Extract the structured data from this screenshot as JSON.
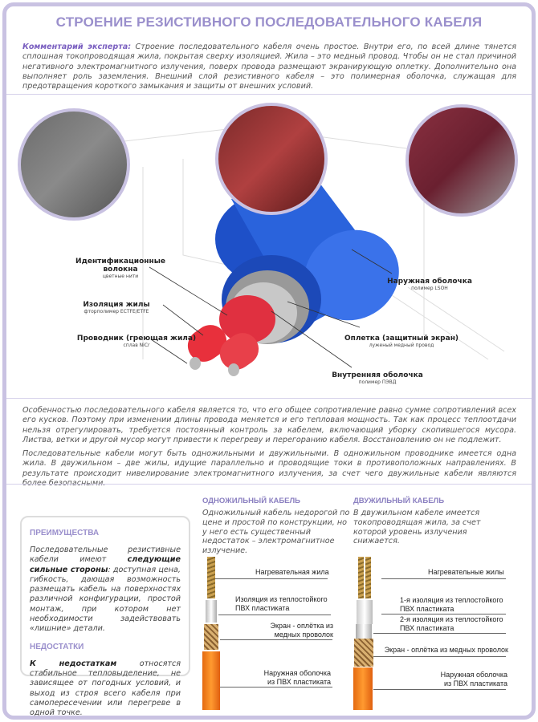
{
  "title": "СТРОЕНИЕ РЕЗИСТИВНОГО ПОСЛЕДОВАТЕЛЬНОГО КАБЕЛЯ",
  "intro": {
    "lead": "Комментарий эксперта:",
    "text": " Строение последовательного кабеля очень простое. Внутри его, по всей длине тянется сплошная токопроводящая жила, покрытая сверху изоляцией. Жила – это медный провод. Чтобы он не стал причиной негативного электромагнитного излучения, поверх провода размещают экранирующую оплетку. Дополнительно она выполняет роль заземления. Внешний слой резистивного кабеля – это полимерная оболочка, служащая для предотвращения короткого замыкания и защиты от внешних условий."
  },
  "diagram": {
    "labels": [
      {
        "title": "Идентификационные волокна",
        "sub": "цветные нити"
      },
      {
        "title": "Изоляция жилы",
        "sub": "фторполимер ECTFE/ETFE"
      },
      {
        "title": "Проводник (греющая жила)",
        "sub": "сплав NiCr"
      },
      {
        "title": "Наружная оболочка",
        "sub": "полимер LSOH"
      },
      {
        "title": "Оплетка (защитный экран)",
        "sub": "луженый медный провод"
      },
      {
        "title": "Внутренняя оболочка",
        "sub": "полимер ПЭВД"
      }
    ]
  },
  "body": {
    "p1": "Особенностью последовательного кабеля является то, что его общее сопротивление равно сумме сопротивлений всех его кусков. Поэтому при изменении длины провода меняется и его тепловая мощность. Так как процесс теплоотдачи нельзя отрегулировать, требуется постоянный контроль за кабелем, включающий уборку скопившегося мусора. Листва, ветки и другой мусор могут привести к перегреву и перегоранию кабеля. Восстановлению он не подлежит.",
    "p2": "Последовательные кабели могут быть одножильными и двужильными. В одножильном проводнике имеется одна жила. В двужильном – две жилы, идущие параллельно и проводящие токи в противоположных направлениях. В результате происходит нивелирование электромагнитного излучения, за счет чего двужильные кабели являются более безопасными."
  },
  "pros": {
    "heading": "ПРЕИМУЩЕСТВА",
    "text1": "Последовательные резистивные кабели имеют ",
    "bold": "следующие сильные стороны",
    "text2": ": доступная цена, гибкость, дающая возможность размещать кабель на поверхностях различной конфигурации, простой монтаж, при котором нет необходимости задействовать «лишние» детали."
  },
  "cons": {
    "heading": "НЕДОСТАТКИ",
    "bold": "К недостаткам",
    "text": " относятся стабильное тепловыделение, не зависящее от погодных условий, и выход из строя всего кабеля при самопересечении или перегреве в одной точке."
  },
  "single": {
    "heading": "ОДНОЖИЛЬНЫЙ КАБЕЛЬ",
    "text": "Одножильный кабель недорогой по цене и простой по конструкции, но у него есть существенный недостаток – электромагнитное излучение.",
    "labels": [
      "Нагревательная жила",
      "Изоляция из теплостойкого ПВХ пластиката",
      "Экран - оплётка из медных проволок",
      "Наружная оболочка из ПВХ пластиката"
    ]
  },
  "double": {
    "heading": "ДВУЖИЛЬНЫЙ КАБЕЛЬ",
    "text": "В двужильном кабеле имеется токопроводящая жила, за счет которой уровень излучения снижается.",
    "labels": [
      "Нагревательные жилы",
      "1-я изоляция из теплостойкого ПВХ пластиката",
      "2-я изоляция из теплостойкого ПВХ пластиката",
      "Экран - оплётка из медных проволок",
      "Наружная оболочка из ПВХ пластиката"
    ]
  }
}
